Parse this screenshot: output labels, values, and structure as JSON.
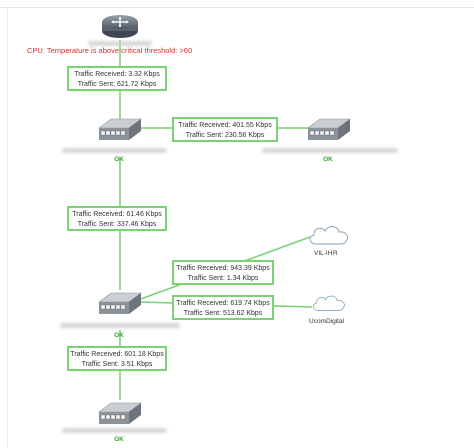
{
  "alert": {
    "text": "CPU: Temperature is above critical threshold: >60"
  },
  "links": [
    {
      "received_label": "Traffic Received:",
      "received_value": "3.32 Kbps",
      "sent_label": "Traffic Sent:",
      "sent_value": "621.72 Kbps"
    },
    {
      "received_label": "Traffic Received:",
      "received_value": "401.55 Kbps",
      "sent_label": "Traffic Sent:",
      "sent_value": "230.56 Kbps"
    },
    {
      "received_label": "Traffic Received:",
      "received_value": "61.46 Kbps",
      "sent_label": "Traffic Sent:",
      "sent_value": "337.46 Kbps"
    },
    {
      "received_label": "Traffic Received:",
      "received_value": "943.39 Kbps",
      "sent_label": "Traffic Sent:",
      "sent_value": "1.34 Kbps"
    },
    {
      "received_label": "Traffic Received:",
      "received_value": "619.74 Kbps",
      "sent_label": "Traffic Sent:",
      "sent_value": "513.62 Kbps"
    },
    {
      "received_label": "Traffic Received:",
      "received_value": "601.18 Kbps",
      "sent_label": "Traffic Sent:",
      "sent_value": "3.51 Kbps"
    }
  ],
  "nodes": {
    "switch_1_status": "OK",
    "switch_2_status": "OK",
    "switch_3_status": "OK",
    "switch_4_status": "OK",
    "cloud_1_name": "VIL-ІНЯ",
    "cloud_2_name": "UcomDigital"
  },
  "colors": {
    "link": "#7bd174",
    "ok": "#3e9f36",
    "alert": "#d73131"
  },
  "icons": {
    "router": "router-icon",
    "switch": "switch-icon",
    "cloud": "cloud-icon"
  }
}
